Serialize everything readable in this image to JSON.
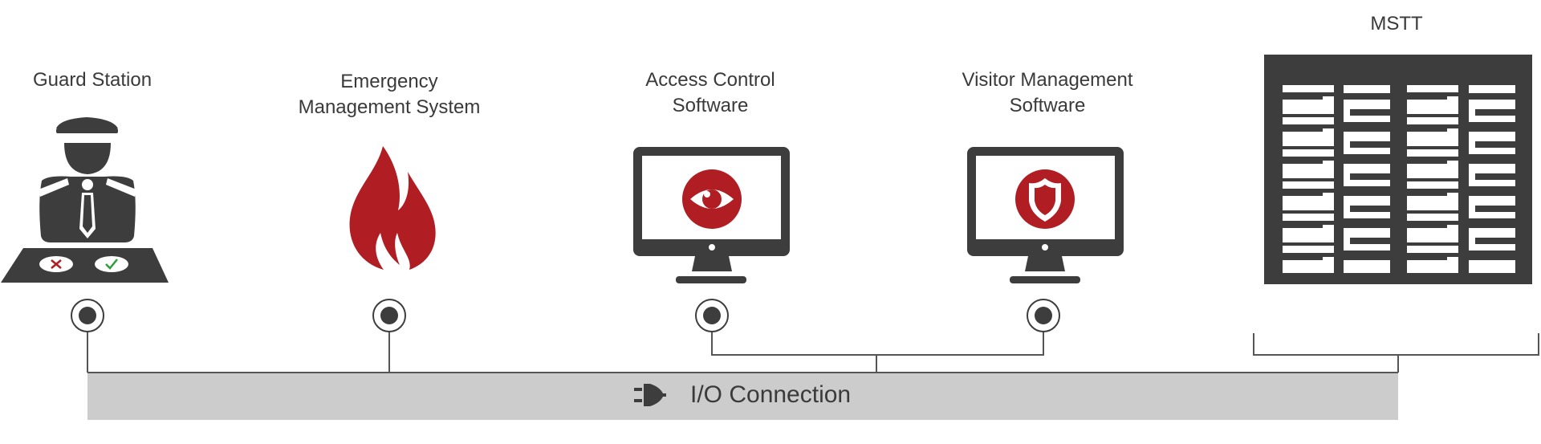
{
  "nodes": {
    "guard_station": {
      "title_lines": [
        "Guard Station"
      ]
    },
    "emergency": {
      "title_lines": [
        "Emergency",
        "Management System"
      ]
    },
    "access_control": {
      "title_lines": [
        "Access Control",
        "Software"
      ]
    },
    "visitor_management": {
      "title_lines": [
        "Visitor Management",
        "Software"
      ]
    },
    "mstt": {
      "title_lines": [
        "MSTT"
      ]
    }
  },
  "bus": {
    "label": "I/O Connection",
    "icon": "plug-icon"
  },
  "colors": {
    "dark": "#3d3d3d",
    "accent_red": "#b01e23",
    "bus_fill": "#cccccc",
    "line": "#555555",
    "check_green": "#2e9e3a"
  }
}
